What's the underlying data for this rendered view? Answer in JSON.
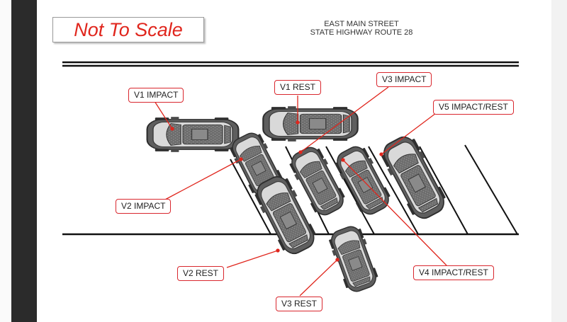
{
  "header": {
    "scale_note": "Not To Scale",
    "street_name": "EAST MAIN STREET",
    "route": "STATE HIGHWAY ROUTE 28"
  },
  "labels": {
    "v1_impact": "V1 IMPACT",
    "v1_rest": "V1 REST",
    "v3_impact": "V3 IMPACT",
    "v5_impact_rest": "V5 IMPACT/REST",
    "v2_impact": "V2 IMPACT",
    "v2_rest": "V2 REST",
    "v3_rest": "V3 REST",
    "v4_impact_rest": "V4 IMPACT/REST"
  },
  "colors": {
    "label_border": "#d9272e",
    "leader_line": "#e0261d",
    "scale_text": "#e0261d"
  }
}
